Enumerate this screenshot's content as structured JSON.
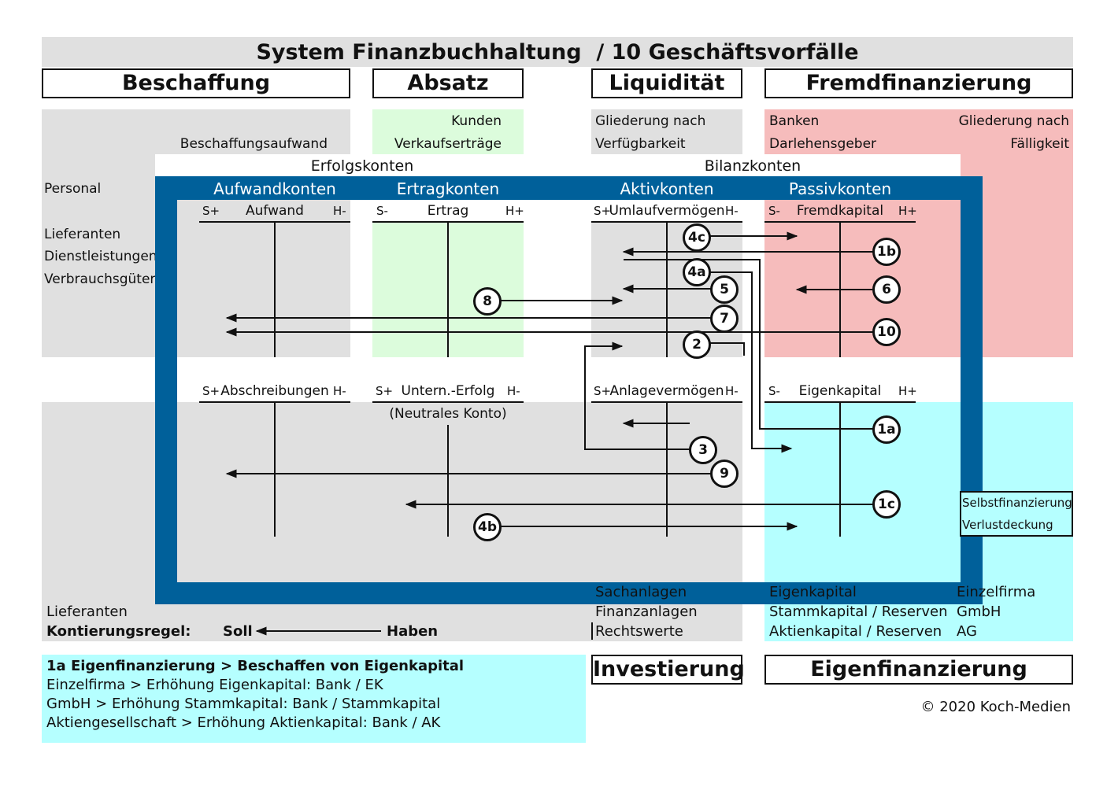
{
  "title": "System Finanzbuchhaltung  / 10 Geschäftsvorfälle",
  "sections": {
    "beschaffung": "Beschaffung",
    "absatz": "Absatz",
    "liquiditaet": "Liquidität",
    "fremdfinanzierung": "Fremdfinanzierung",
    "investierung": "Investierung",
    "eigenfinanzierung": "Eigenfinanzierung"
  },
  "labels": {
    "beschaffungsaufwand": "Beschaffungsaufwand",
    "kunden": "Kunden",
    "verkaufsertraege": "Verkaufserträge",
    "gliederung_verfuegbarkeit_1": "Gliederung nach",
    "gliederung_verfuegbarkeit_2": "Verfügbarkeit",
    "banken": "Banken",
    "darlehensgeber": "Darlehensgeber",
    "gliederung_faelligkeit_1": "Gliederung nach",
    "gliederung_faelligkeit_2": "Fälligkeit",
    "personal": "Personal",
    "lieferanten": "Lieferanten",
    "dienstleistungen": "Dienstleistungen",
    "verbrauchsgueter": "Verbrauchsgüter",
    "erfolgskonten": "Erfolgskonten",
    "bilanzkonten": "Bilanzkonten",
    "sachanlagen": "Sachanlagen",
    "finanzanlagen": "Finanzanlagen",
    "rechtswerte": "Rechtswerte",
    "eigenkapital": "Eigenkapital",
    "stammkapital": "Stammkapital / Reserven",
    "aktienkapital": "Aktienkapital / Reserven",
    "einzelfirma": "Einzelfirma",
    "gmbh": "GmbH",
    "ag": "AG",
    "lieferanten_bottom": "Lieferanten",
    "kontierungsregel": "Kontierungsregel:",
    "soll": "Soll",
    "haben": "Haben",
    "selbstfinanzierung": "Selbstfinanzierung",
    "verlustdeckung": "Verlustdeckung",
    "copyright": "© 2020 Koch-Medien"
  },
  "columns": {
    "aufwandkonten": "Aufwandkonten",
    "ertragkonten": "Ertragkonten",
    "aktivkonten": "Aktivkonten",
    "passivkonten": "Passivkonten"
  },
  "accounts": {
    "aufwand": {
      "left": "S+",
      "name": "Aufwand",
      "right": "H-"
    },
    "ertrag": {
      "left": "S-",
      "name": "Ertrag",
      "right": "H+"
    },
    "umlauf": {
      "left": "S+",
      "name": "Umlaufvermögen",
      "right": "H-"
    },
    "fremd": {
      "left": "S-",
      "name": "Fremdkapital",
      "right": "H+"
    },
    "abschreibungen": {
      "left": "S+",
      "name": "Abschreibungen",
      "right": "H-"
    },
    "unternerfolg": {
      "left": "S+",
      "name": "Untern.-Erfolg",
      "right": "H-",
      "sub": "(Neutrales Konto)"
    },
    "anlage": {
      "left": "S+",
      "name": "Anlagevermögen",
      "right": "H-"
    },
    "eigen": {
      "left": "S-",
      "name": "Eigenkapital",
      "right": "H+"
    }
  },
  "transactions": [
    "1a",
    "1b",
    "1c",
    "2",
    "3",
    "4a",
    "4b",
    "4c",
    "5",
    "6",
    "7",
    "8",
    "9",
    "10"
  ],
  "note": {
    "title": "1a Eigenfinanzierung > Beschaffen von Eigenkapital",
    "line1": "Einzelfirma > Erhöhung Eigenkapital: Bank / EK",
    "line2": "GmbH > Erhöhung Stammkapital: Bank / Stammkapital",
    "line3": "Aktiengesellschaft > Erhöhung Aktienkapital: Bank / AK"
  },
  "colors": {
    "blue_frame": "#00609a",
    "grey": "#e0e0e0",
    "green": "#dcfcdc",
    "red": "#f6bcbc",
    "cyan": "#b5ffff"
  }
}
